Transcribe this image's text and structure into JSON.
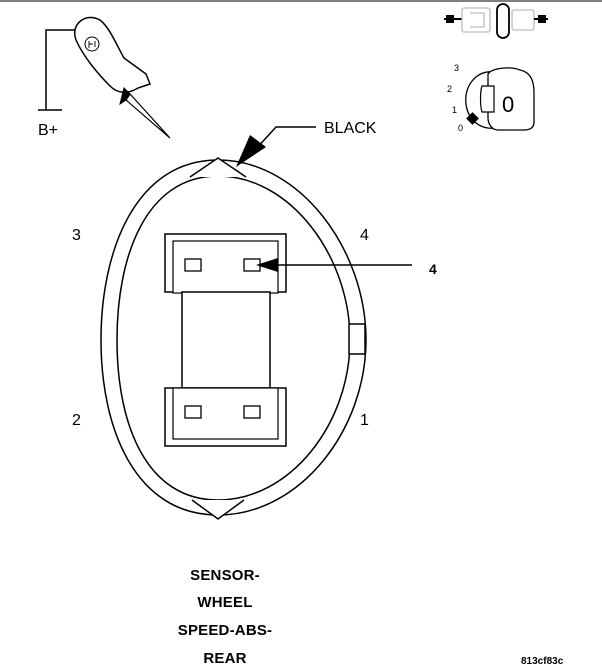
{
  "probe": {
    "label": "B+"
  },
  "connector": {
    "wire_color_label": "BLACK",
    "callout_pin": "4",
    "cavity_numbers": {
      "top_left": "3",
      "top_right": "4",
      "bottom_left": "2",
      "bottom_right": "1"
    }
  },
  "ignition": {
    "positions": [
      "3",
      "2",
      "1",
      "0"
    ],
    "key_symbol": "0"
  },
  "caption": {
    "lines": [
      "SENSOR-",
      "WHEEL",
      "SPEED-ABS-",
      "REAR"
    ]
  },
  "figure_code": "813cf83c"
}
